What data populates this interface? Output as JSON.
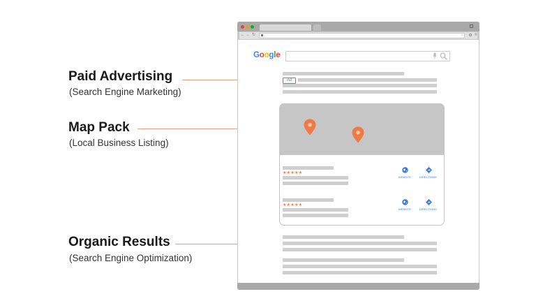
{
  "annotations": [
    {
      "title": "Paid Advertising",
      "subtitle": "(Search Engine Marketing)"
    },
    {
      "title": "Map Pack",
      "subtitle": "(Local Business Listing)"
    },
    {
      "title": "Organic Results",
      "subtitle": "(Search Engine Optimization)"
    }
  ],
  "serp": {
    "logo": [
      "G",
      "o",
      "o",
      "g",
      "l",
      "e"
    ],
    "logo_colors": [
      "#4285f4",
      "#ea4335",
      "#fbbc05",
      "#4285f4",
      "#34a853",
      "#ea4335"
    ],
    "ad_badge": "Ad",
    "listings": [
      {
        "stars": "★★★★★",
        "website_label": "WEBSITE",
        "directions_label": "DIRECTIONS"
      },
      {
        "stars": "★★★★★",
        "website_label": "WEBSITE",
        "directions_label": "DIRECTIONS"
      }
    ]
  },
  "colors": {
    "accent": "#e8a27a",
    "pin": "#ee7a45",
    "ad_green": "#3cae55",
    "action_blue": "#3b7ad9"
  }
}
